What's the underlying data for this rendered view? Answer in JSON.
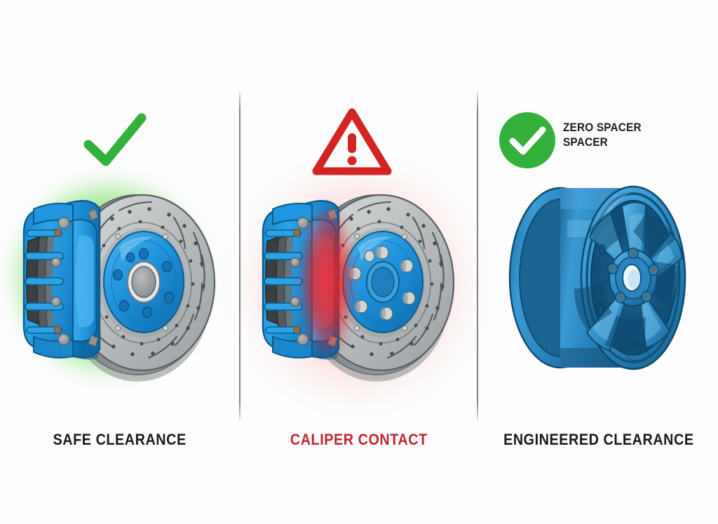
{
  "figure": {
    "background_color": "#fdfdfd",
    "divider_color": "#787a7c"
  },
  "colors": {
    "caliper_blue": "#1a8fd8",
    "caliper_blue_dark": "#0f6ea8",
    "rotor_grey": "#b8bcbd",
    "rotor_grey_dark": "#8d9294",
    "hat_blue": "#1e94dd",
    "wheel_blue": "#2f8fc9",
    "wheel_blue_dark": "#1d6b9c",
    "glow_green": "#3fd42a",
    "glow_red": "#f01818",
    "check_green": "#33b13a",
    "warning_red": "#d42424",
    "caption_black": "#1a1a1a",
    "caption_red": "#c1272d"
  },
  "panels": [
    {
      "id": "safe-clearance",
      "status": "ok",
      "badge_icon": "check-icon",
      "badge_text": "",
      "glow": "green",
      "artwork": "brake-rotor-caliper",
      "caption": "SAFE CLEARANCE",
      "caption_color": "#1a1a1a"
    },
    {
      "id": "caliper-contact",
      "status": "warning",
      "badge_icon": "warning-triangle-icon",
      "badge_text": "",
      "glow": "red",
      "artwork": "brake-rotor-caliper",
      "caption": "CALIPER CONTACT",
      "caption_color": "#c1272d"
    },
    {
      "id": "engineered-clearance",
      "status": "ok",
      "badge_icon": "check-circle-icon",
      "badge_text": "ZERO SPACER\nSPACER",
      "glow": "none",
      "artwork": "alloy-wheel",
      "caption": "ENGINEERED CLEARANCE",
      "caption_color": "#1a1a1a"
    }
  ]
}
